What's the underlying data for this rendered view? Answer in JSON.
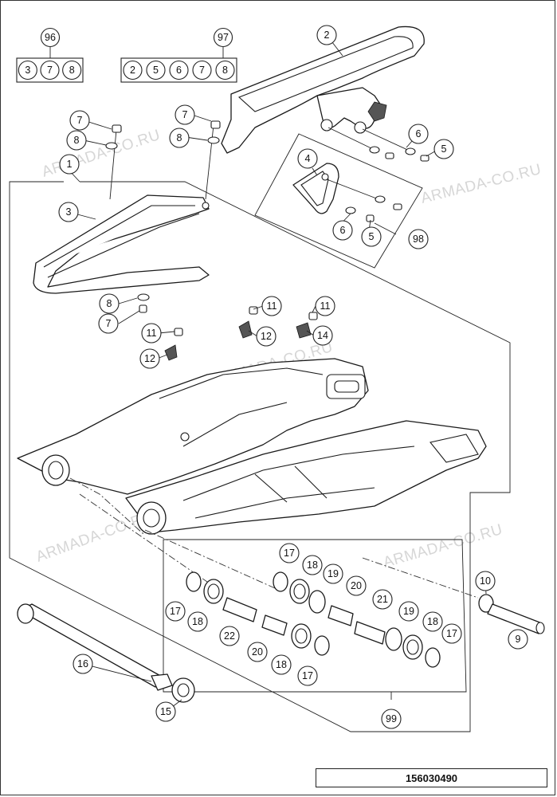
{
  "document_number": "156030490",
  "watermark": "ARMADA-CO.RU",
  "kits": [
    {
      "label": "96",
      "members": [
        "3",
        "7",
        "8"
      ]
    },
    {
      "label": "97",
      "members": [
        "2",
        "5",
        "6",
        "7",
        "8"
      ]
    }
  ],
  "callouts": [
    "1",
    "2",
    "3",
    "4",
    "5",
    "6",
    "7",
    "8",
    "9",
    "10",
    "11",
    "12",
    "14",
    "15",
    "16",
    "17",
    "18",
    "19",
    "20",
    "21",
    "22",
    "98",
    "99"
  ]
}
